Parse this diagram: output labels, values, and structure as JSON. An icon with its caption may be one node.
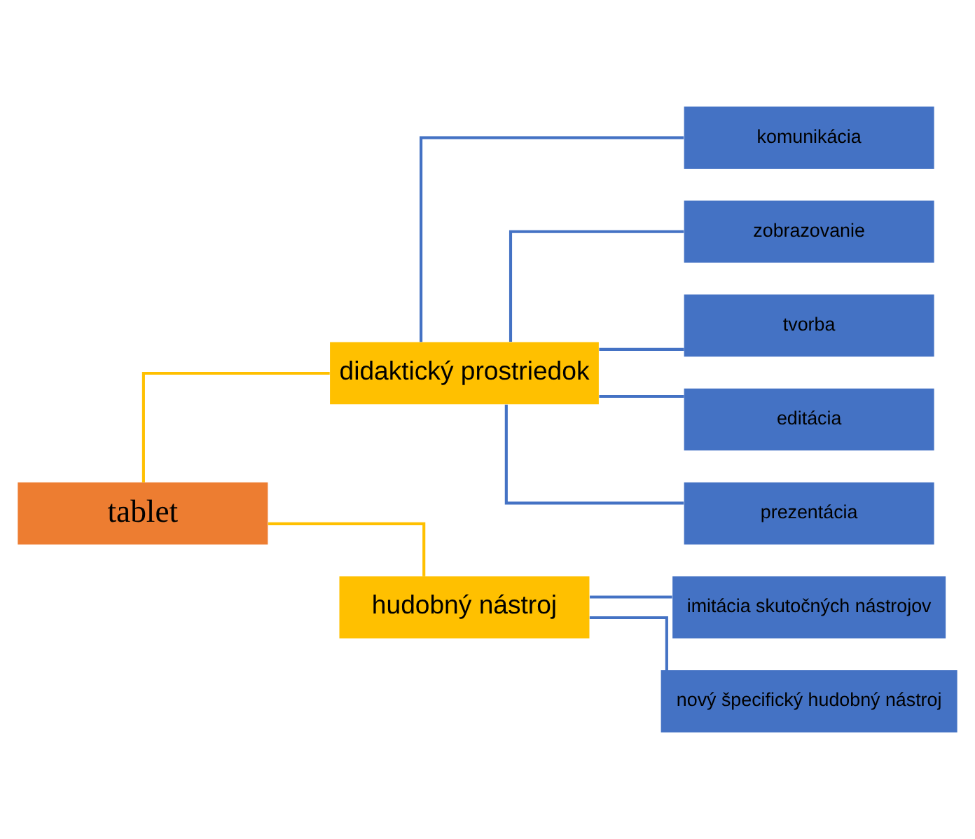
{
  "diagram": {
    "nodes": [
      {
        "text": [
          "tablet"
        ]
      },
      {
        "text": [
          "didaktický prostriedok"
        ]
      },
      {
        "text": [
          "komunikácia"
        ]
      },
      {
        "text": [
          "zobrazovanie"
        ]
      },
      {
        "text": [
          "tvorba"
        ]
      },
      {
        "text": [
          "editácia"
        ]
      },
      {
        "text": [
          "prezentácia"
        ]
      },
      {
        "text": [
          "hudobný nástroj"
        ]
      },
      {
        "text": [
          "imitácia skutočných nástrojov"
        ]
      },
      {
        "text": [
          "nový špecifický hudobný nástroj"
        ]
      }
    ],
    "edges": [
      {
        "from": 0,
        "to": 1,
        "arrow": "none",
        "color": "#ffc000"
      },
      {
        "from": 0,
        "to": 7,
        "arrow": "none",
        "color": "#ffc000"
      },
      {
        "from": 1,
        "to": 2,
        "arrow": "none"
      },
      {
        "from": 1,
        "to": 3,
        "arrow": "none"
      },
      {
        "from": 1,
        "to": 4,
        "arrow": "none"
      },
      {
        "from": 1,
        "to": 5,
        "arrow": "none"
      },
      {
        "from": 1,
        "to": 6,
        "arrow": "none"
      },
      {
        "from": 7,
        "to": 8,
        "arrow": "none"
      },
      {
        "from": 7,
        "to": 9,
        "arrow": "none"
      }
    ]
  }
}
